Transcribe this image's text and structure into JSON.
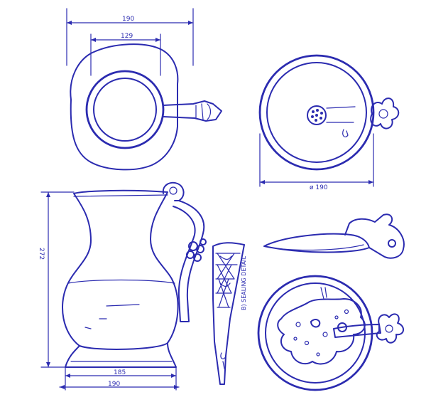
{
  "dimensions": {
    "top_outer_width": "190",
    "top_inner_width": "129",
    "lid_diameter": "ø 190",
    "height": "272",
    "base_width_inner": "185",
    "base_width_outer": "190"
  },
  "annotations": {
    "detail_note": "B) SEALING DETAIL"
  },
  "colors": {
    "ink": "#2b2bb0",
    "paper": "#ffffff"
  }
}
